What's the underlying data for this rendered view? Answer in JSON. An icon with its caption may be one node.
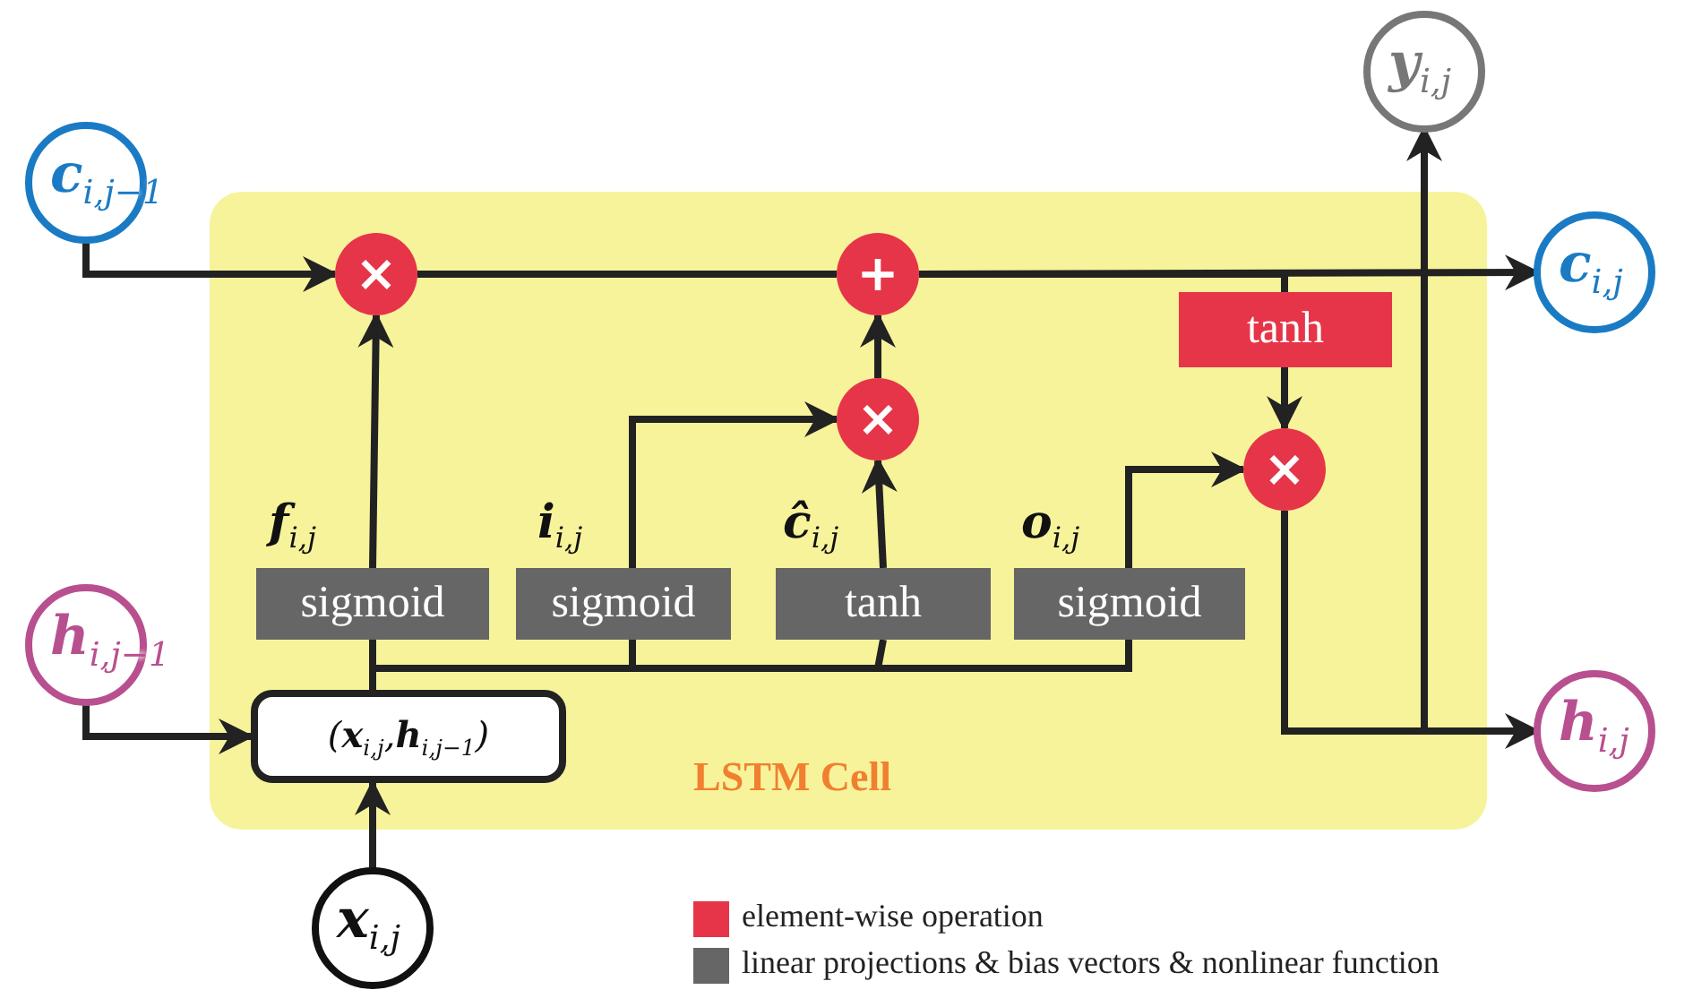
{
  "diagram": {
    "nodes": [
      {
        "text": [
          "LSTM Cell"
        ]
      },
      {
        "text": [
          "**c**$_{i,j−1}$"
        ]
      },
      {
        "text": [
          "**h**$_{i,j−1}$"
        ]
      },
      {
        "text": [
          "**x**$_{i,j}$"
        ]
      },
      {
        "text": [
          "**y**$_{i,j}$"
        ]
      },
      {
        "text": [
          "**c**$_{i,j}$"
        ]
      },
      {
        "text": [
          "**h**$_{i,j}$"
        ]
      },
      {
        "text": [
          "(**x**$_{i,j}$,**h**$_{i,j−1}$)"
        ],
        "in": 0
      },
      {
        "text": [
          "sigmoid"
        ],
        "beside": [
          "**f**$_{i,j}$"
        ],
        "in": 0
      },
      {
        "text": [
          "sigmoid"
        ],
        "beside": [
          "**i**$_{i,j}$"
        ],
        "in": 0
      },
      {
        "text": [
          "tanh"
        ],
        "beside": [
          "**ĉ**$_{i,j}$"
        ],
        "in": 0
      },
      {
        "text": [
          "sigmoid"
        ],
        "beside": [
          "**o**$_{i,j}$"
        ],
        "in": 0
      },
      {
        "text": [
          "×"
        ],
        "in": 0
      },
      {
        "text": [
          "+"
        ],
        "in": 0
      },
      {
        "text": [
          "×"
        ],
        "in": 0
      },
      {
        "text": [
          "tanh"
        ],
        "in": 0
      },
      {
        "text": [
          "×"
        ],
        "in": 0
      }
    ],
    "edges": [
      {
        "from": 1,
        "to": 12,
        "arrow": "to"
      },
      {
        "from": 8,
        "to": 12,
        "arrow": "to"
      },
      {
        "from": 12,
        "to": 13,
        "arrow": "none"
      },
      {
        "from": 13,
        "to": 5,
        "arrow": "to"
      },
      {
        "from": 9,
        "to": 14,
        "arrow": "to"
      },
      {
        "from": 10,
        "to": 14,
        "arrow": "to"
      },
      {
        "from": 14,
        "to": 13,
        "arrow": "to"
      },
      {
        "from": 13,
        "to": 15,
        "arrow": "none"
      },
      {
        "from": 15,
        "to": 16,
        "arrow": "to"
      },
      {
        "from": 11,
        "to": 16,
        "arrow": "to"
      },
      {
        "from": 16,
        "to": 6,
        "arrow": "to"
      },
      {
        "from": 16,
        "to": 4,
        "arrow": "to"
      },
      {
        "from": 2,
        "to": 7,
        "arrow": "to"
      },
      {
        "from": 3,
        "to": 7,
        "arrow": "to"
      },
      {
        "from": 7,
        "to": 8,
        "arrow": "none"
      },
      {
        "from": 7,
        "to": 9,
        "arrow": "none"
      },
      {
        "from": 7,
        "to": 10,
        "arrow": "none"
      },
      {
        "from": 7,
        "to": 11,
        "arrow": "none"
      }
    ],
    "legend": [
      {
        "text": "element-wise operation",
        "color": "#e63548"
      },
      {
        "text": "linear projections & bias vectors & nonlinear function",
        "color": "#666666"
      }
    ]
  }
}
